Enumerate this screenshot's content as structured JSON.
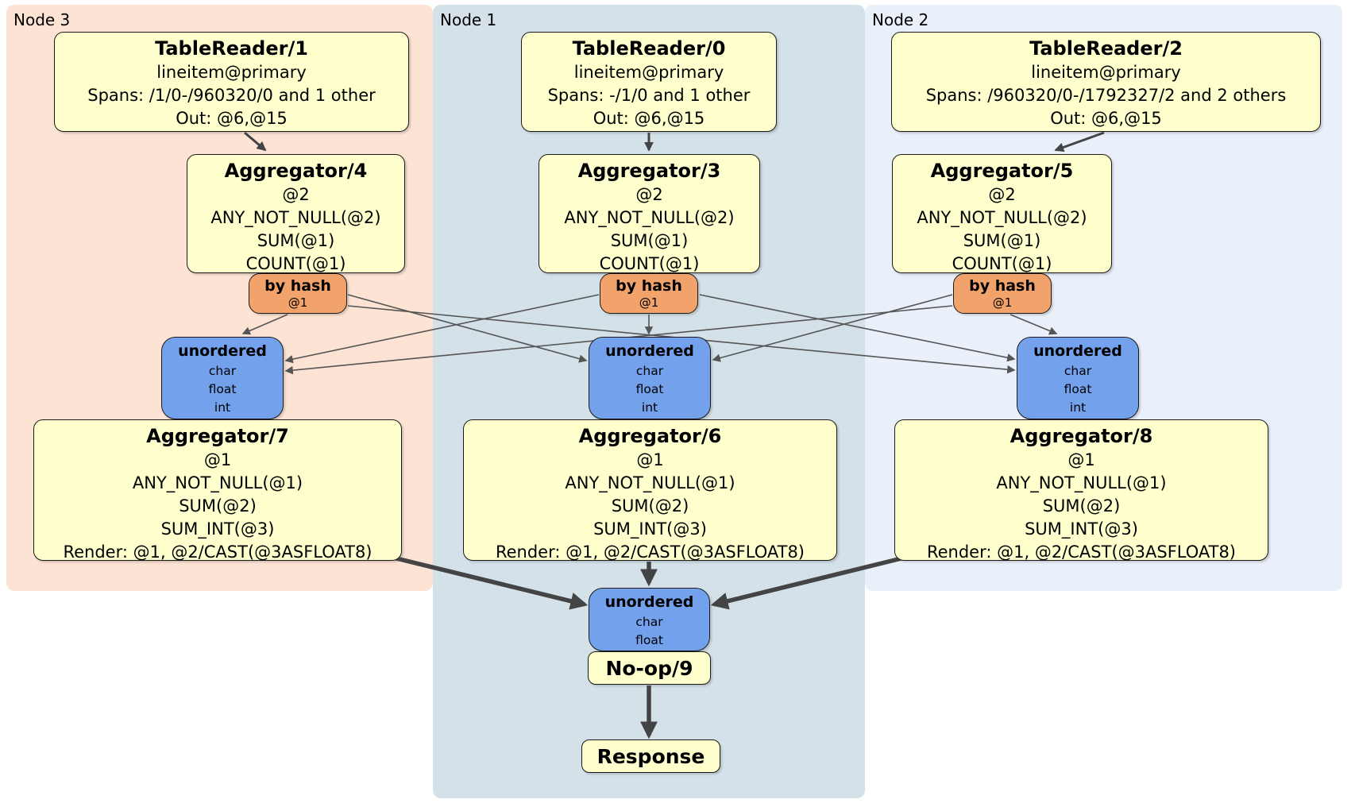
{
  "groups": {
    "node3": {
      "label": "Node 3"
    },
    "node1": {
      "label": "Node 1"
    },
    "node2": {
      "label": "Node 2"
    }
  },
  "colors": {
    "node3_bg": "#fce3d3",
    "node1_bg": "#d4e1e9",
    "node2_bg": "#eaf0fa",
    "processor_bg": "#ffffce",
    "router_bg": "#f2a36b",
    "sync_bg": "#74a1ec",
    "edge_thin": "#555555",
    "edge_thick": "#444444"
  },
  "processors": {
    "tr1": {
      "title": "TableReader/1",
      "lines": [
        "lineitem@primary",
        "Spans: /1/0-/960320/0 and 1 other",
        "Out: @6,@15"
      ]
    },
    "tr0": {
      "title": "TableReader/0",
      "lines": [
        "lineitem@primary",
        "Spans: -/1/0 and 1 other",
        "Out: @6,@15"
      ]
    },
    "tr2": {
      "title": "TableReader/2",
      "lines": [
        "lineitem@primary",
        "Spans: /960320/0-/1792327/2 and 2 others",
        "Out: @6,@15"
      ]
    },
    "agg4": {
      "title": "Aggregator/4",
      "lines": [
        "@2",
        "ANY_NOT_NULL(@2)",
        "SUM(@1)",
        "COUNT(@1)"
      ]
    },
    "agg3": {
      "title": "Aggregator/3",
      "lines": [
        "@2",
        "ANY_NOT_NULL(@2)",
        "SUM(@1)",
        "COUNT(@1)"
      ]
    },
    "agg5": {
      "title": "Aggregator/5",
      "lines": [
        "@2",
        "ANY_NOT_NULL(@2)",
        "SUM(@1)",
        "COUNT(@1)"
      ]
    },
    "agg7": {
      "title": "Aggregator/7",
      "lines": [
        "@1",
        "ANY_NOT_NULL(@1)",
        "SUM(@2)",
        "SUM_INT(@3)",
        "Render: @1, @2/CAST(@3ASFLOAT8)"
      ]
    },
    "agg6": {
      "title": "Aggregator/6",
      "lines": [
        "@1",
        "ANY_NOT_NULL(@1)",
        "SUM(@2)",
        "SUM_INT(@3)",
        "Render: @1, @2/CAST(@3ASFLOAT8)"
      ]
    },
    "agg8": {
      "title": "Aggregator/8",
      "lines": [
        "@1",
        "ANY_NOT_NULL(@1)",
        "SUM(@2)",
        "SUM_INT(@3)",
        "Render: @1, @2/CAST(@3ASFLOAT8)"
      ]
    },
    "noop": {
      "title": "No-op/9"
    },
    "response": {
      "title": "Response"
    }
  },
  "routers": {
    "left": {
      "title": "by hash",
      "detail": "@1"
    },
    "center": {
      "title": "by hash",
      "detail": "@1"
    },
    "right": {
      "title": "by hash",
      "detail": "@1"
    }
  },
  "syncs": {
    "left": {
      "title": "unordered",
      "lines": [
        "char",
        "float",
        "int"
      ]
    },
    "center": {
      "title": "unordered",
      "lines": [
        "char",
        "float",
        "int"
      ]
    },
    "right": {
      "title": "unordered",
      "lines": [
        "char",
        "float",
        "int"
      ]
    },
    "final": {
      "title": "unordered",
      "lines": [
        "char",
        "float"
      ]
    }
  }
}
